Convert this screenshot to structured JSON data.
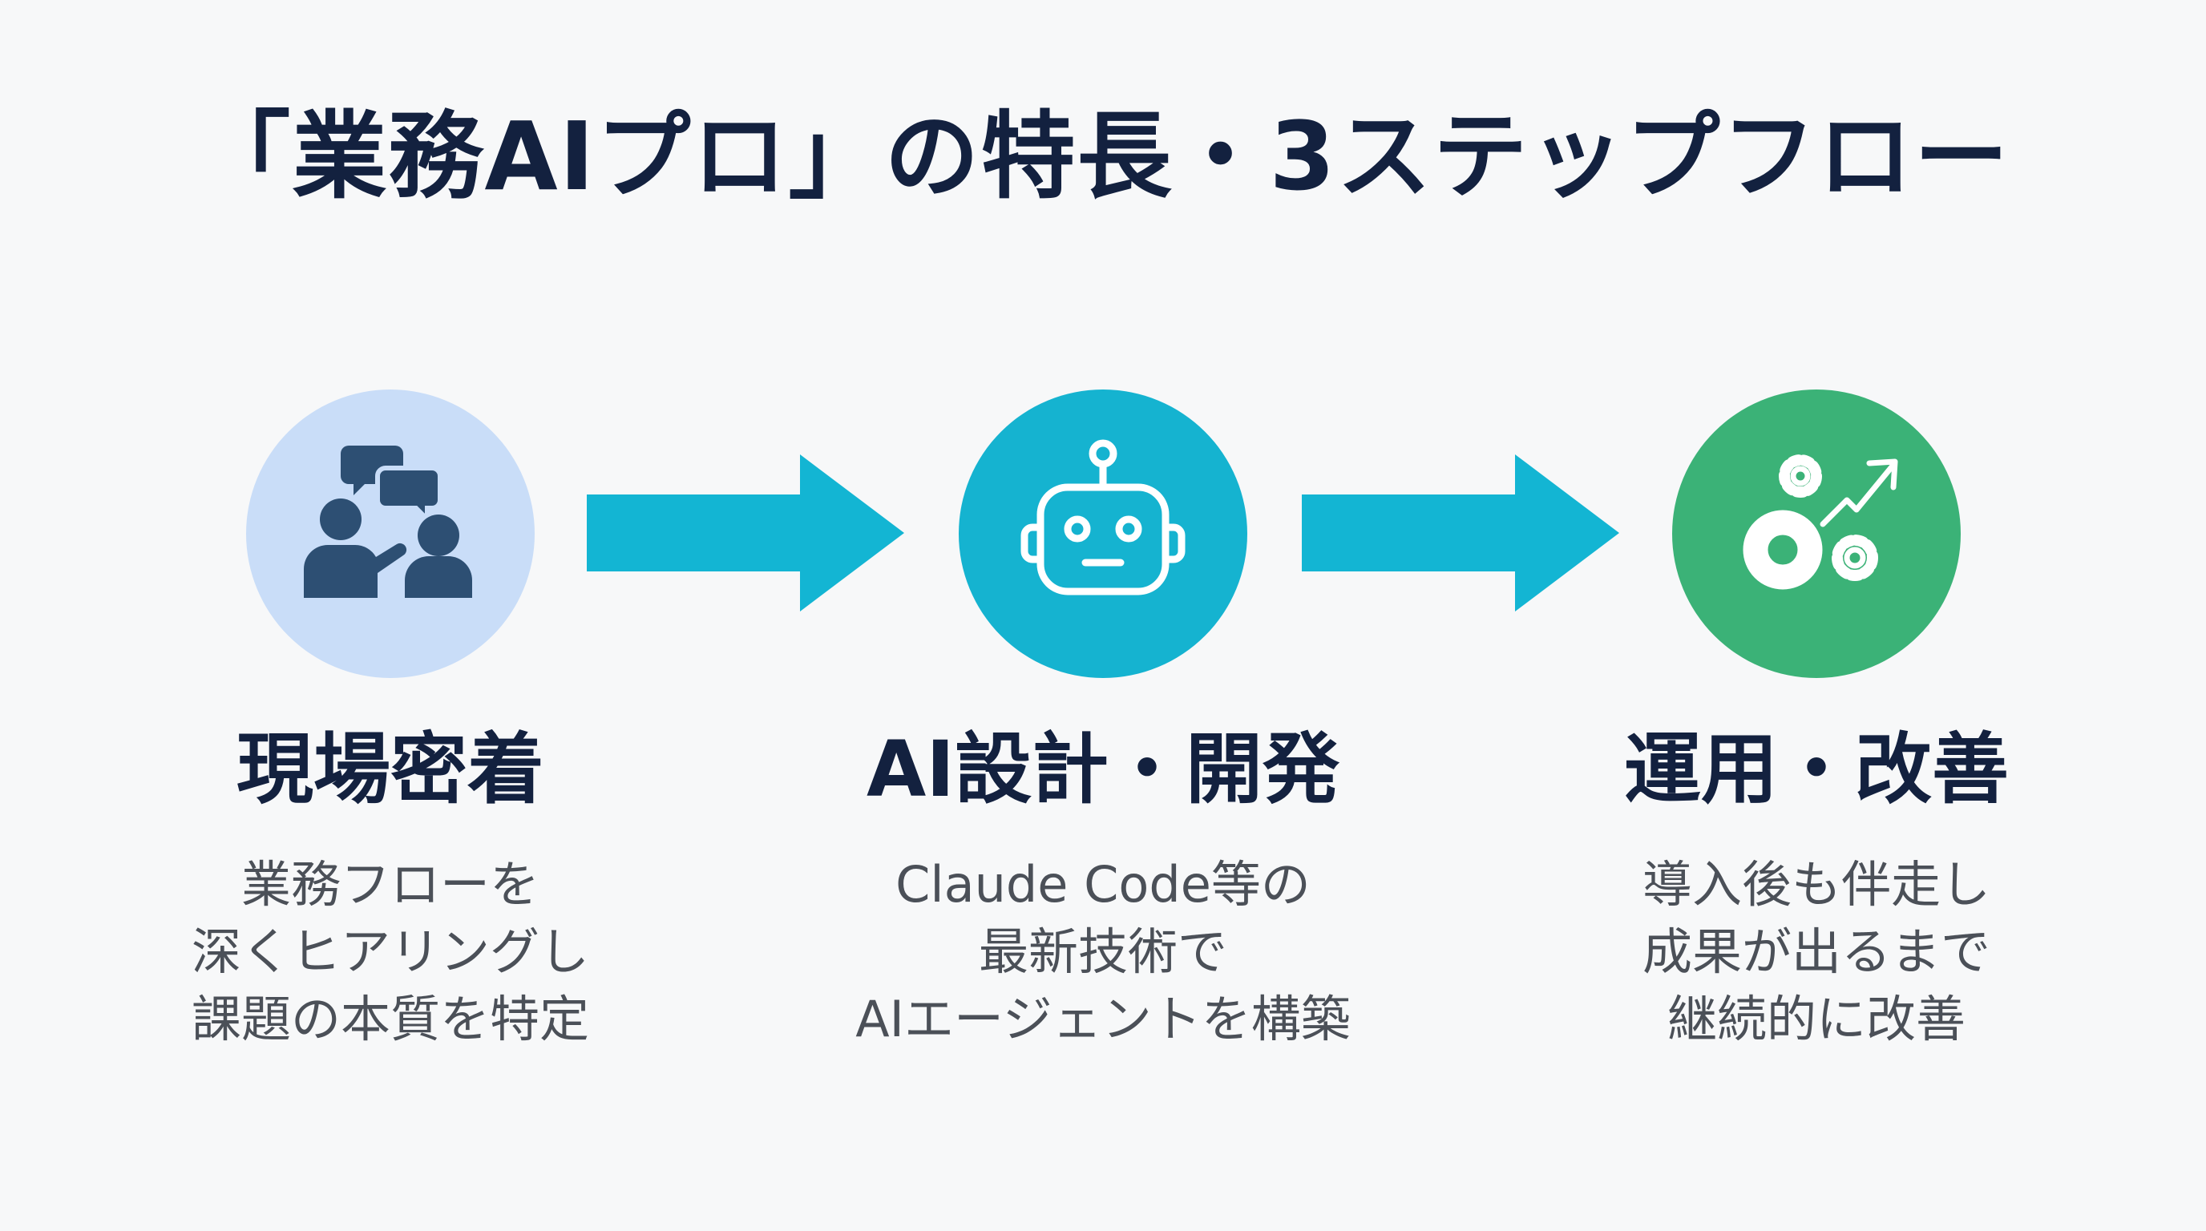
{
  "title": "「業務AIプロ」の特長・3ステップフロー",
  "colors": {
    "title": "#13213f",
    "step1_circle": "#c9ddf8",
    "step1_icon": "#2d4f73",
    "step2_circle": "#15b3d0",
    "step3_circle": "#3bb277",
    "arrow": "#13b5d3",
    "description_text": "#4b5058"
  },
  "steps": [
    {
      "icon": "people-conversation-icon",
      "title": "現場密着",
      "description": [
        "業務フローを",
        "深くヒアリングし",
        "課題の本質を特定"
      ]
    },
    {
      "icon": "robot-icon",
      "title": "AI設計・開発",
      "description": [
        "Claude Code等の",
        "最新技術で",
        "AIエージェントを構築"
      ]
    },
    {
      "icon": "gears-growth-icon",
      "title": "運用・改善",
      "description": [
        "導入後も伴走し",
        "成果が出るまで",
        "継続的に改善"
      ]
    }
  ]
}
